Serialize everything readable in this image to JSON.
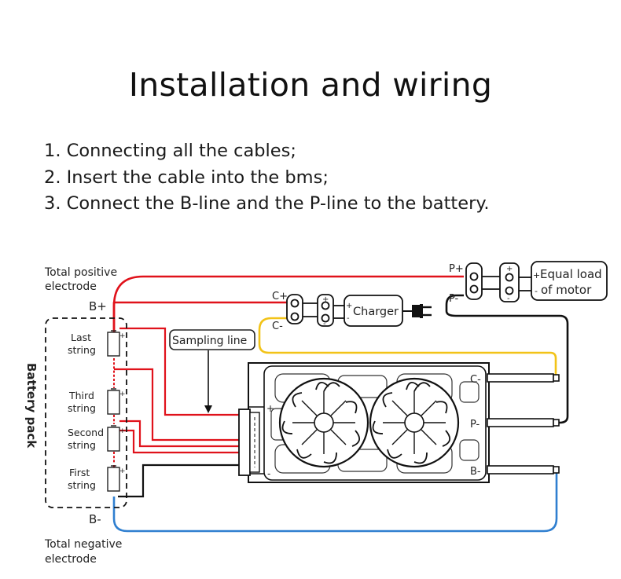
{
  "title": "Installation and wiring",
  "steps": [
    "1. Connecting all the cables;",
    "2. Insert the cable into the bms;",
    "3. Connect the B-line and the P-line to the battery."
  ],
  "diagram": {
    "total_positive": [
      "Total positive",
      "electrode"
    ],
    "total_negative": [
      "Total negative",
      "electrode"
    ],
    "b_plus": "B+",
    "b_minus": "B-",
    "battery_pack": "Battery pack",
    "cells": [
      [
        "Last",
        "string"
      ],
      [
        "Third",
        "string"
      ],
      [
        "Second",
        "string"
      ],
      [
        "First",
        "string"
      ]
    ],
    "sampling_line": "Sampling line",
    "charger": "Charger",
    "load": [
      "Equal load",
      "of motor"
    ],
    "c_plus": "C+",
    "c_minus": "C-",
    "p_plus": "P+",
    "p_minus": "P-",
    "bms_c": "C-",
    "bms_p": "P-",
    "bms_b": "B-",
    "plus": "+",
    "minus": "-"
  },
  "colors": {
    "positive_wire": "#e0121b",
    "charger_wire": "#f2c318",
    "negative_wire": "#2f7fd0",
    "black_wire": "#111111"
  }
}
